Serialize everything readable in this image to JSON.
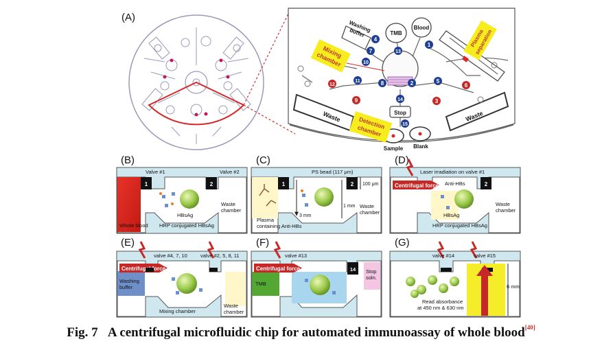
{
  "caption": {
    "fig_label": "Fig. 7",
    "title": "A centrifugal microfluidic chip for automated immunoassay of whole blood",
    "ref": "[40]"
  },
  "panels": {
    "A": {
      "label": "(A)",
      "reservoirs": {
        "tmb": "TMB",
        "blood": "Blood",
        "sample": "Sample",
        "blank": "Blank",
        "stop": "Stop"
      },
      "wash_buffer": [
        "Washing",
        "buffer"
      ],
      "plasma_separation": [
        "Plasma",
        "separation"
      ],
      "mixing_chamber": [
        "Mixing",
        "chamber"
      ],
      "detection_chamber": [
        "Detection",
        "chamber"
      ],
      "waste": "Waste",
      "valves_blue": [
        "1",
        "2",
        "4",
        "5",
        "7",
        "8",
        "10",
        "11",
        "13",
        "14",
        "15"
      ],
      "valves_red": [
        "3",
        "6",
        "9",
        "12"
      ]
    },
    "B": {
      "label": "(B)",
      "valve1": "Valve #1",
      "valve2": "Valve #2",
      "v1": "1",
      "v2": "2",
      "hbsag": "HBsAg",
      "waste": [
        "Waste",
        "chamber"
      ],
      "blood": "Whole blood",
      "hrp": "HRP conjugated HBsAg"
    },
    "C": {
      "label": "(C)",
      "bead": "PS bead (117 μm)",
      "um100": "100 μm",
      "mm1": "1 mm",
      "mm3": "3 mm",
      "v1": "1",
      "v2": "2",
      "waste": [
        "Waste",
        "chamber"
      ],
      "plasma": [
        "Plasma",
        "containing Anti-HBs"
      ]
    },
    "D": {
      "label": "(D)",
      "laser": "Laser irradiation on valve #1",
      "cf": "Centrifugal force",
      "antihbs": "Anti-HBs",
      "hbsag": "HBsAg",
      "hrp": "HRP conjugated HBsAg",
      "waste": [
        "Waste",
        "chamber"
      ],
      "v2": "2"
    },
    "E": {
      "label": "(E)",
      "valves_a": "valve #4, 7, 10",
      "valves_b": "valve #2, 5, 8, 11",
      "cf": "Centrifugal force",
      "wash": [
        "Washing",
        "buffer"
      ],
      "mixing": "Mixing chamber",
      "waste": [
        "Waste",
        "chamber"
      ]
    },
    "F": {
      "label": "(F)",
      "valve": "valve #13",
      "cf": "Centrifugal force",
      "tmb": "TMB",
      "v14": "14",
      "stop": [
        "Stop",
        "soln."
      ]
    },
    "G": {
      "label": "(G)",
      "valve14": "valve #14",
      "valve15": "valve #15",
      "read": [
        "Read absorbance",
        "at 450 nm & 630 nm"
      ],
      "mm6": "6 mm"
    }
  }
}
